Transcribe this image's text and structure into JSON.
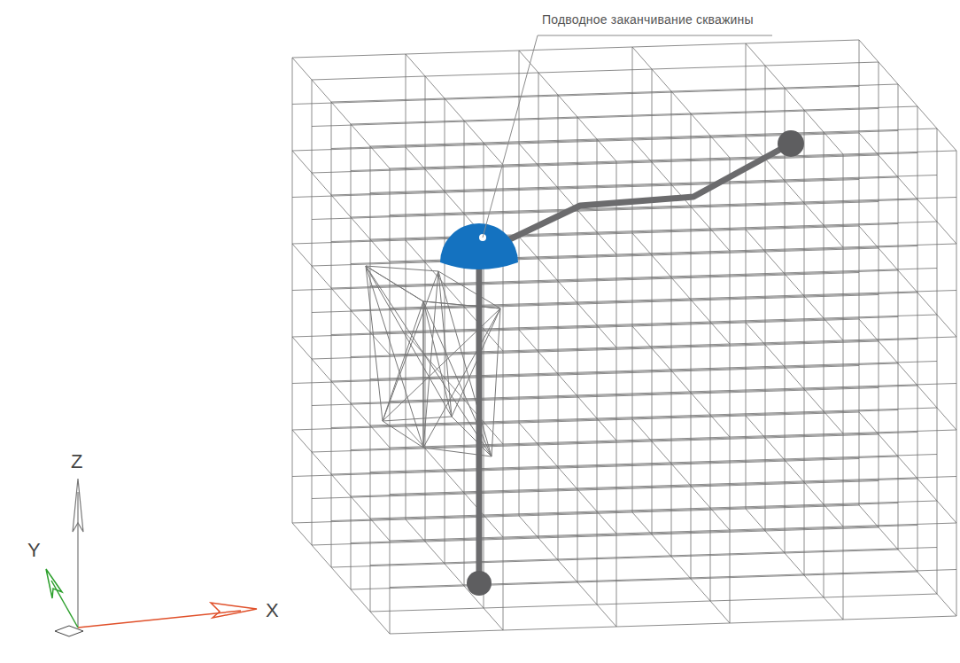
{
  "diagram": {
    "labels": [
      "Подводное заканчивание скважины",
      "Z",
      "Y",
      "X"
    ]
  }
}
